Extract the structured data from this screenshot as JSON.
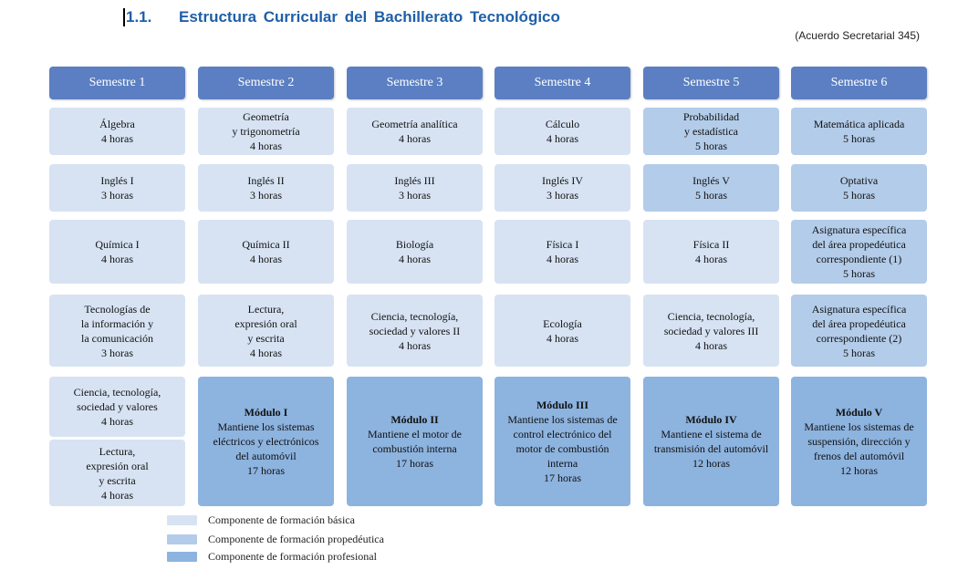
{
  "heading": {
    "number": "1.1.",
    "title": "Estructura Curricular del Bachillerato Tecnológico"
  },
  "subtitle": "(Acuerdo Secretarial 345)",
  "colors": {
    "basica": "#d7e3f3",
    "propedeutica": "#b3cce9",
    "profesional": "#8db3df",
    "header": "#5b7fc2",
    "title": "#1f5fa8"
  },
  "semesters": [
    {
      "label": "Semestre 1",
      "cells": [
        {
          "text": "Álgebra",
          "hours": "4 horas",
          "type": "basica"
        },
        {
          "text": "Inglés I",
          "hours": "3 horas",
          "type": "basica"
        },
        {
          "text": "Química I",
          "hours": "4 horas",
          "type": "basica"
        },
        {
          "text": "Tecnologías de\nla información y\nla comunicación",
          "hours": "3 horas",
          "type": "basica"
        },
        {
          "text": "Ciencia, tecnología,\nsociedad y valores",
          "hours": "4 horas",
          "type": "basica"
        },
        {
          "text": "Lectura,\nexpresión oral\ny escrita",
          "hours": "4 horas",
          "type": "basica"
        }
      ]
    },
    {
      "label": "Semestre 2",
      "cells": [
        {
          "text": "Geometría\ny trigonometría",
          "hours": "4 horas",
          "type": "basica"
        },
        {
          "text": "Inglés II",
          "hours": "3 horas",
          "type": "basica"
        },
        {
          "text": "Química II",
          "hours": "4 horas",
          "type": "basica"
        },
        {
          "text": "Lectura,\nexpresión oral\ny escrita",
          "hours": "4 horas",
          "type": "basica"
        },
        {
          "title": "Módulo I",
          "text": "Mantiene los sistemas\neléctricos y electrónicos\ndel automóvil",
          "hours": "17 horas",
          "type": "profesional"
        }
      ]
    },
    {
      "label": "Semestre 3",
      "cells": [
        {
          "text": "Geometría analítica",
          "hours": "4 horas",
          "type": "basica"
        },
        {
          "text": "Inglés III",
          "hours": "3 horas",
          "type": "basica"
        },
        {
          "text": "Biología",
          "hours": "4 horas",
          "type": "basica"
        },
        {
          "text": "Ciencia, tecnología,\nsociedad y valores II",
          "hours": "4 horas",
          "type": "basica"
        },
        {
          "title": "Módulo II",
          "text": "Mantiene el motor de\ncombustión interna",
          "hours": "17 horas",
          "type": "profesional"
        }
      ]
    },
    {
      "label": "Semestre 4",
      "cells": [
        {
          "text": "Cálculo",
          "hours": "4 horas",
          "type": "basica"
        },
        {
          "text": "Inglés IV",
          "hours": "3 horas",
          "type": "basica"
        },
        {
          "text": "Física I",
          "hours": "4 horas",
          "type": "basica"
        },
        {
          "text": "Ecología",
          "hours": "4 horas",
          "type": "basica"
        },
        {
          "title": "Módulo III",
          "text": "Mantiene los sistemas de\ncontrol electrónico del\nmotor de combustión\ninterna",
          "hours": "17 horas",
          "type": "profesional"
        }
      ]
    },
    {
      "label": "Semestre 5",
      "cells": [
        {
          "text": "Probabilidad\ny estadística",
          "hours": "5 horas",
          "type": "propedeutica"
        },
        {
          "text": "Inglés V",
          "hours": "5 horas",
          "type": "propedeutica"
        },
        {
          "text": "Física II",
          "hours": "4 horas",
          "type": "basica"
        },
        {
          "text": "Ciencia, tecnología,\nsociedad y valores III",
          "hours": "4 horas",
          "type": "basica"
        },
        {
          "title": "Módulo IV",
          "text": "Mantiene el sistema de\ntransmisión del automóvil",
          "hours": "12 horas",
          "type": "profesional"
        }
      ]
    },
    {
      "label": "Semestre 6",
      "cells": [
        {
          "text": "Matemática aplicada",
          "hours": "5 horas",
          "type": "propedeutica"
        },
        {
          "text": "Optativa",
          "hours": "5 horas",
          "type": "propedeutica"
        },
        {
          "text": "Asignatura específica\ndel área propedéutica\ncorrespondiente (1)",
          "hours": "5 horas",
          "type": "propedeutica"
        },
        {
          "text": "Asignatura específica\ndel área propedéutica\ncorrespondiente (2)",
          "hours": "5 horas",
          "type": "propedeutica"
        },
        {
          "title": "Módulo V",
          "text": "Mantiene los sistemas de\nsuspensión, dirección y\nfrenos del automóvil",
          "hours": "12 horas",
          "type": "profesional"
        }
      ]
    }
  ],
  "legend": [
    {
      "label": "Componente de formación básica",
      "type": "basica"
    },
    {
      "label": "Componente de formación propedéutica",
      "type": "propedeutica"
    },
    {
      "label": "Componente de formación profesional",
      "type": "profesional"
    }
  ]
}
